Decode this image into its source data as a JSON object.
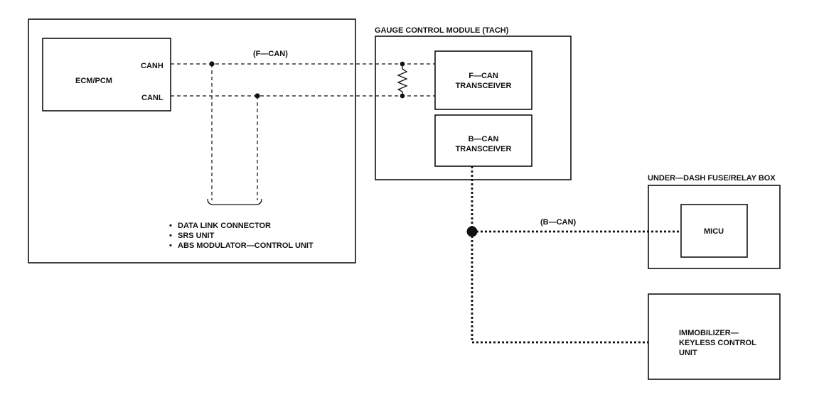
{
  "diagram": {
    "left_module": {
      "ecm_label": "ECM/PCM",
      "canh_label": "CANH",
      "canl_label": "CANL",
      "f_can_bus_label": "(F—CAN)",
      "connected_units": [
        "DATA LINK CONNECTOR",
        "SRS UNIT",
        "ABS MODULATOR—CONTROL UNIT"
      ]
    },
    "gauge_module": {
      "title": "GAUGE CONTROL MODULE (TACH)",
      "f_can_transceiver": "F—CAN\nTRANSCEIVER",
      "b_can_transceiver": "B—CAN\nTRANSCEIVER"
    },
    "b_can_bus_label": "(B—CAN)",
    "fuse_box": {
      "title": "UNDER—DASH FUSE/RELAY BOX",
      "micu_label": "MICU"
    },
    "immobilizer": {
      "label": "IMMOBILIZER—\nKEYLESS CONTROL\nUNIT"
    },
    "bullet_symbol": "•"
  }
}
